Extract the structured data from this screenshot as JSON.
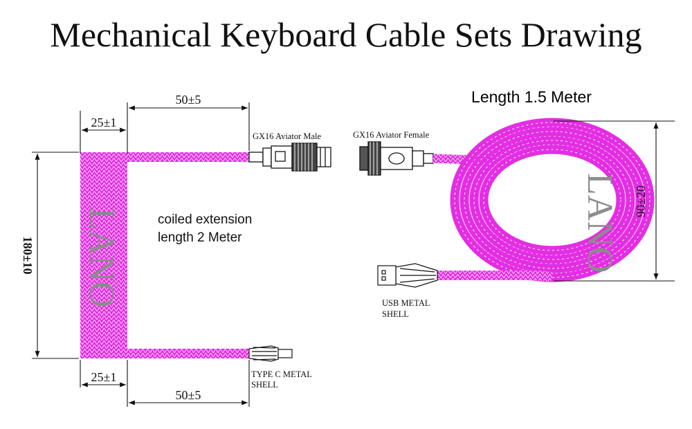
{
  "title": "Mechanical Keyboard Cable Sets Drawing",
  "left_cable": {
    "dim_top_50": "50±5",
    "dim_top_25": "25±1",
    "dim_bottom_25": "25±1",
    "dim_bottom_50": "50±5",
    "dim_height": "180±10",
    "connector_top": "GX16 Aviator Male",
    "connector_bottom_line1": "TYPE C METAL",
    "connector_bottom_line2": "SHELL",
    "description_line1": "coiled extension",
    "description_line2": "length 2 Meter",
    "brand": "LANO"
  },
  "right_cable": {
    "length_label": "Length 1.5 Meter",
    "connector_top": "GX16 Aviator Female",
    "connector_bottom_line1": "USB METAL",
    "connector_bottom_line2": "SHELL",
    "dim_height": "90±20",
    "brand": "LANO"
  },
  "colors": {
    "cable": "#e32ee3",
    "cable_pattern": "#ffffff",
    "line": "#111111",
    "brand": "#8c8c8c"
  }
}
